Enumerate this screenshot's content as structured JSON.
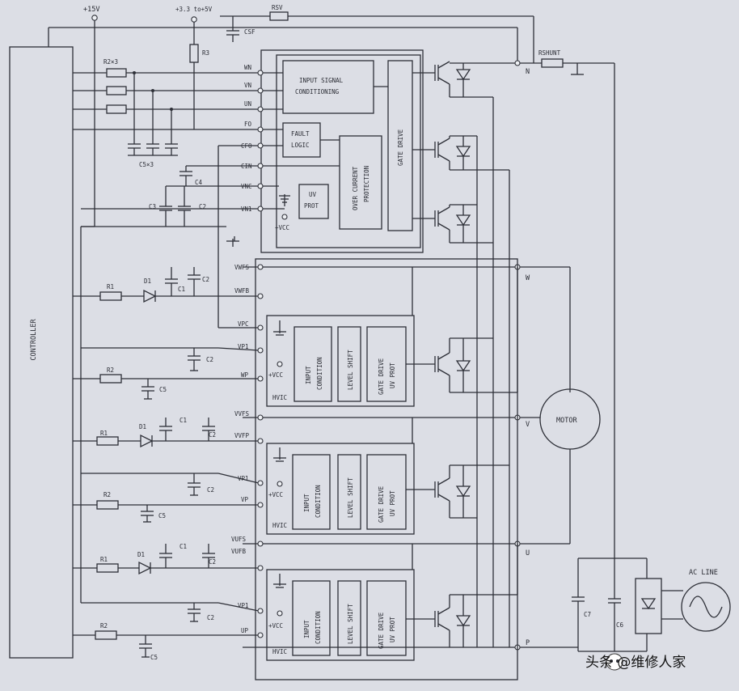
{
  "controller": {
    "label": "CONTROLLER"
  },
  "supplies": {
    "v15": "+15V",
    "v33": "+3.3 to+5V"
  },
  "resistors": {
    "rsv": "RSV",
    "r3": "R3",
    "r2x3": "R2×3",
    "rshunt": "RSHUNT",
    "r1": "R1",
    "r2": "R2"
  },
  "capacitors": {
    "csf": "CSF",
    "c5x3": "C5×3",
    "c4": "C4",
    "c3": "C3",
    "c2": "C2",
    "c1": "C1",
    "c5": "C5",
    "c7": "C7",
    "c6": "C6"
  },
  "diodes": {
    "d1": "D1"
  },
  "pins_low": [
    "WN",
    "VN",
    "UN",
    "FO",
    "CFO",
    "CIN",
    "VNC",
    "VN1"
  ],
  "pins_high": {
    "w": [
      "VWFS",
      "VWFB",
      "VPC",
      "VP1",
      "WP"
    ],
    "v": [
      "VVFS",
      "VVFP",
      "VP1",
      "VP"
    ],
    "u": [
      "VUFS",
      "VUFB",
      "VP1",
      "UP"
    ]
  },
  "low_side": {
    "input": "INPUT SIGNAL CONDITIONING",
    "fault": "FAULT LOGIC",
    "over_current": "OVER CURRENT PROTECTION",
    "gate_drive": "GATE DRIVE",
    "uv": "UV PROT",
    "vcc": "+VCC"
  },
  "hvic": {
    "name": "HVIC",
    "input": "INPUT CONDITION",
    "shift": "LEVEL SHIFT",
    "gate": "GATE DRIVE UV PROT",
    "vcc": "+VCC"
  },
  "nodes": {
    "n": "N",
    "w": "W",
    "v": "V",
    "u": "U",
    "p": "P"
  },
  "motor": "MOTOR",
  "ac_line": "AC LINE",
  "watermark": "头条 @维修人家"
}
